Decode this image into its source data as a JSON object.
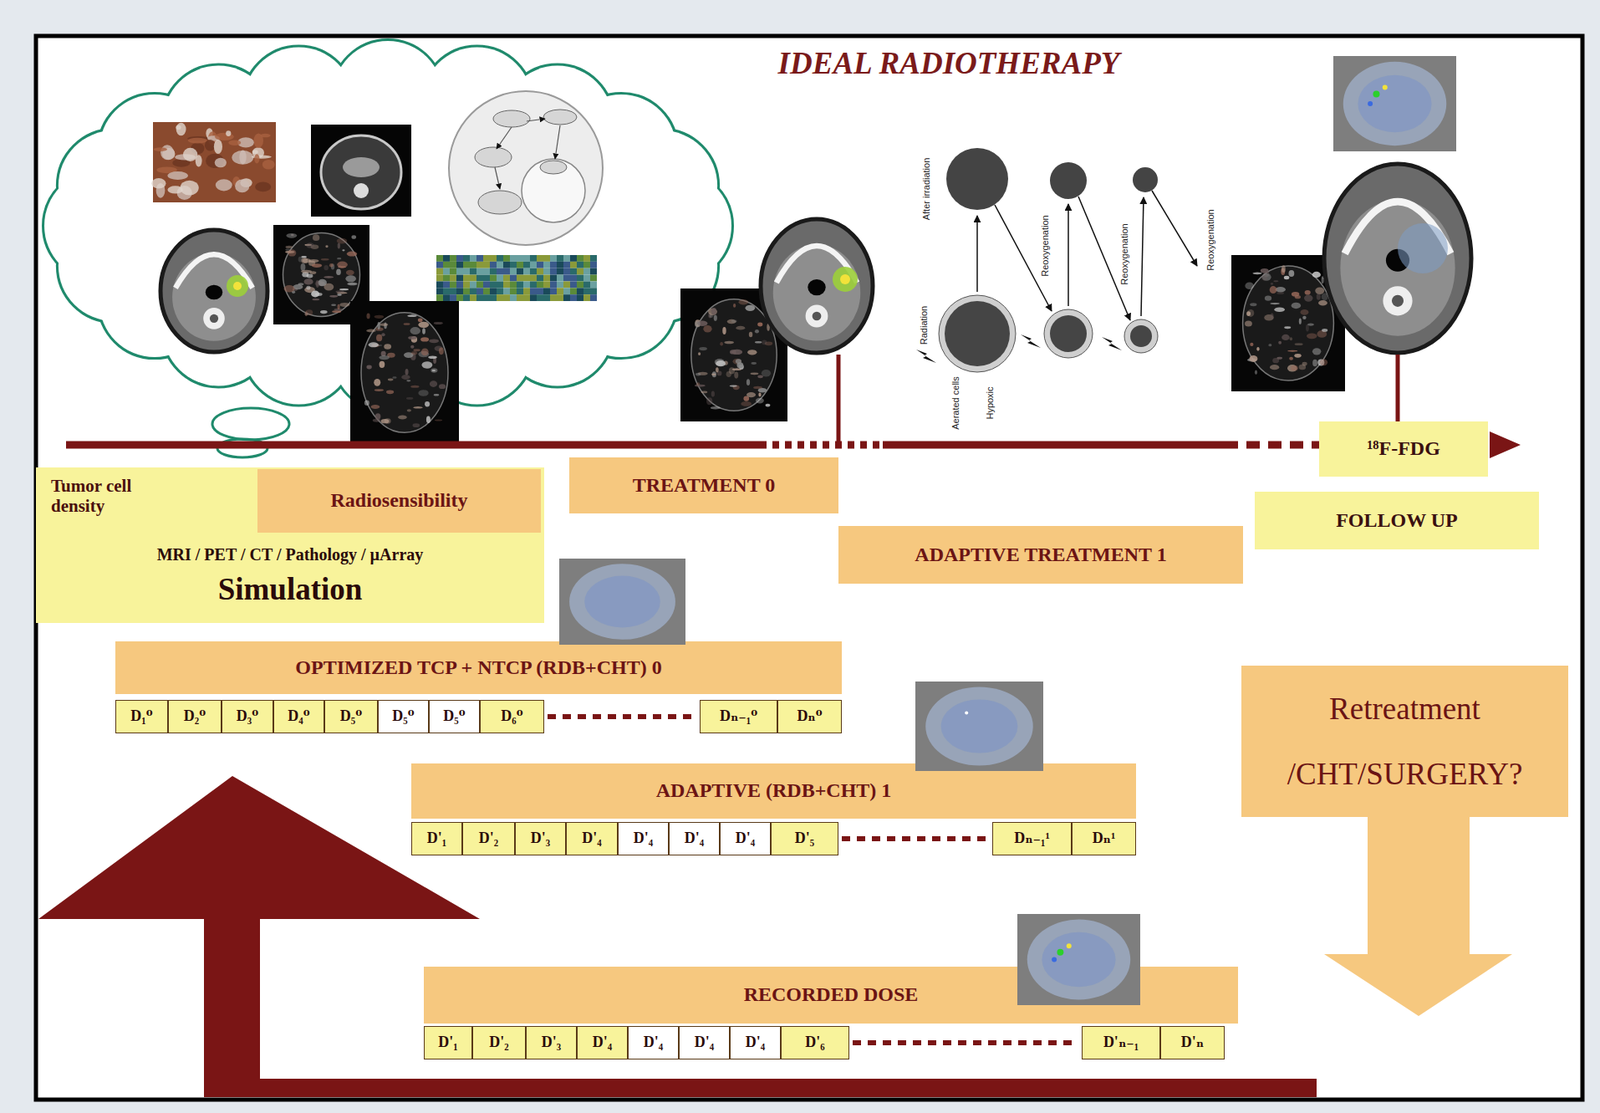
{
  "diagram": {
    "title": "IDEAL RADIOTHERAPY",
    "nodes": [
      {
        "text": [
          "Tumor cell density",
          "MRI / PET / CT / Pathology / µArray",
          "Simulation"
        ]
      },
      {
        "text": [
          "Radiosensibility"
        ],
        "in": 0
      },
      {
        "text": [
          "TREATMENT 0"
        ]
      },
      {
        "text": [
          "¹⁸F-FDG"
        ]
      },
      {
        "text": [
          "FOLLOW UP"
        ]
      },
      {
        "text": [
          "ADAPTIVE TREATMENT 1"
        ]
      },
      {
        "text": [
          "OPTIMIZED TCP + NTCP (RDB+CHT) 0"
        ]
      },
      {
        "text": [
          "D₁⁰"
        ]
      },
      {
        "text": [
          "D₂⁰"
        ]
      },
      {
        "text": [
          "D₃⁰"
        ]
      },
      {
        "text": [
          "D₄⁰"
        ]
      },
      {
        "text": [
          "D₅⁰"
        ]
      },
      {
        "text": [
          "D₅⁰"
        ]
      },
      {
        "text": [
          "D₅⁰"
        ]
      },
      {
        "text": [
          "D₆⁰"
        ]
      },
      {
        "text": [
          "Dₙ₋₁⁰"
        ]
      },
      {
        "text": [
          "Dₙ⁰"
        ]
      },
      {
        "text": [
          "Retreatment /CHT/SURGERY?"
        ]
      },
      {
        "text": [
          "ADAPTIVE (RDB+CHT) 1"
        ]
      },
      {
        "text": [
          "D'₁"
        ]
      },
      {
        "text": [
          "D'₂"
        ]
      },
      {
        "text": [
          "D'₃"
        ]
      },
      {
        "text": [
          "D'₄"
        ]
      },
      {
        "text": [
          "D'₄"
        ]
      },
      {
        "text": [
          "D'₄"
        ]
      },
      {
        "text": [
          "D'₄"
        ]
      },
      {
        "text": [
          "D'₅"
        ]
      },
      {
        "text": [
          "Dₙ₋₁¹"
        ]
      },
      {
        "text": [
          "Dₙ¹"
        ]
      },
      {
        "text": [
          "RECORDED DOSE"
        ]
      },
      {
        "text": [
          "D'₁"
        ]
      },
      {
        "text": [
          "D'₂"
        ]
      },
      {
        "text": [
          "D'₃"
        ]
      },
      {
        "text": [
          "D'₄"
        ]
      },
      {
        "text": [
          "D'₄"
        ]
      },
      {
        "text": [
          "D'₄"
        ]
      },
      {
        "text": [
          "D'₄"
        ]
      },
      {
        "text": [
          "D'₆"
        ]
      },
      {
        "text": [
          "D'ₙ₋₁"
        ]
      },
      {
        "text": [
          "D'ₙ"
        ]
      }
    ],
    "labels": [
      "After irradiation",
      "Reoxygenation",
      "Reoxygenation",
      "Reoxygenation",
      "Radiation",
      "Aerated cells",
      "Hypoxic"
    ]
  }
}
